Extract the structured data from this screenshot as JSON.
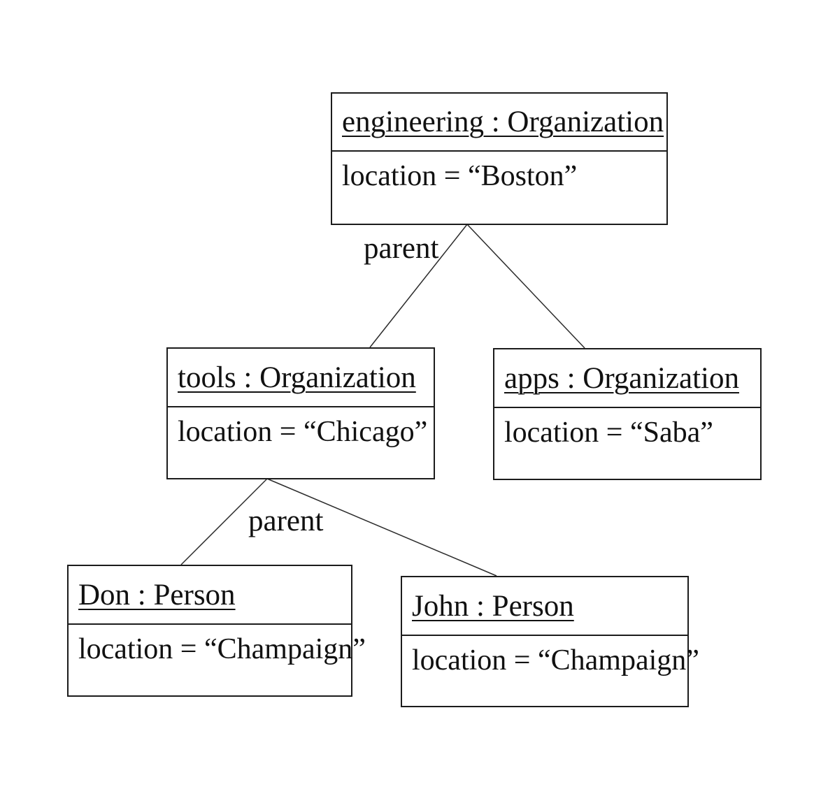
{
  "diagram": {
    "kind": "uml-object-diagram",
    "background_color": "#ffffff",
    "line_color": "#2b2b2b",
    "objects": [
      {
        "name": "engineering",
        "title": "engineering : Organization",
        "attribute": "location = “Boston”"
      },
      {
        "name": "tools",
        "title": "tools : Organization",
        "attribute": "location = “Chicago”"
      },
      {
        "name": "apps",
        "title": "apps : Organization",
        "attribute": "location = “Saba”"
      },
      {
        "name": "Don",
        "title": "Don : Person",
        "attribute": "location = “Champaign”"
      },
      {
        "name": "John",
        "title": "John : Person",
        "attribute": "location = “Champaign”"
      }
    ],
    "relationships": [
      {
        "from": "engineering",
        "to": "tools",
        "label": "parent"
      },
      {
        "from": "engineering",
        "to": "apps",
        "label": ""
      },
      {
        "from": "tools",
        "to": "Don",
        "label": "parent"
      },
      {
        "from": "tools",
        "to": "John",
        "label": ""
      }
    ]
  }
}
